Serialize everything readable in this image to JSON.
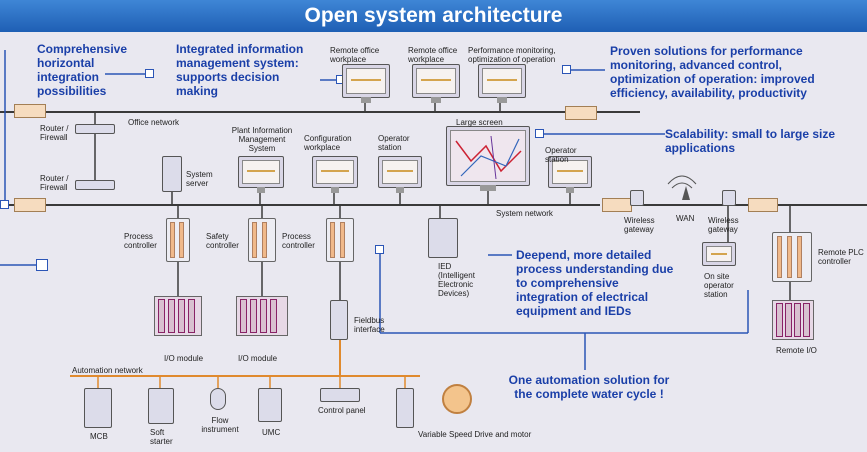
{
  "title": "Open system architecture",
  "networks": {
    "office": "Office network",
    "system": "System network",
    "automation": "Automation network"
  },
  "callouts": {
    "horizontal": "Comprehensive horizontal integration possibilities",
    "info_mgmt": "Integrated information management system: supports decision making",
    "proven": "Proven solutions for performance monitoring, advanced control, optimization of operation: improved efficiency, availability, productivity",
    "scalability": "Scalability: small to large size applications",
    "deepend": "Deepend, more detailed process understanding due to comprehensive integration of electrical equipment and IEDs",
    "one_solution": "One automation solution for the complete water cycle !"
  },
  "devices": {
    "remote_office_1": "Remote office workplace",
    "remote_office_2": "Remote office workplace",
    "perf_monitoring": "Performance monitoring, optimization of operation",
    "router_1": "Router / Firewall",
    "router_2": "Router / Firewall",
    "system_server": "System server",
    "pims": "Plant Information Management System",
    "config": "Configuration workplace",
    "operator": "Operator station",
    "large_screen": "Large screen",
    "operator_2": "Operator station",
    "process_ctrl_1": "Process controller",
    "safety_ctrl": "Safety controller",
    "process_ctrl_2": "Process controller",
    "ied": "IED (Intelligent Electronic Devices)",
    "wireless_gw_1": "Wireless gateway",
    "wan": "WAN",
    "wireless_gw_2": "Wireless gateway",
    "on_site_op": "On site operator station",
    "remote_plc": "Remote PLC controller",
    "remote_io": "Remote I/O",
    "io_module_1": "I/O module",
    "io_module_2": "I/O module",
    "fieldbus": "Fieldbus interface",
    "mcb": "MCB",
    "soft_starter": "Soft starter",
    "flow": "Flow instrument",
    "umc": "UMC",
    "control_panel": "Control panel",
    "vsd": "Variable Speed Drive and motor"
  },
  "colors": {
    "title_bar": "#2a6fc9",
    "callout_text": "#1a3fa8",
    "bus_line": "#3a3a3a",
    "automation_bus": "#e08a2e",
    "leader_line": "#2b55b6",
    "background": "#e9e8f0"
  }
}
